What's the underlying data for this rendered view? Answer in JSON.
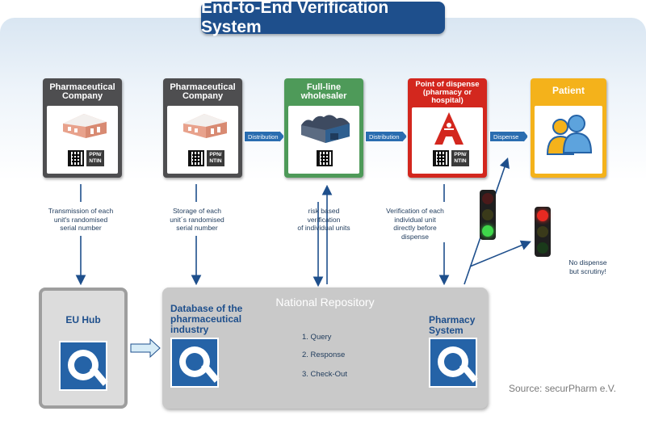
{
  "title": "End-to-End Verification System",
  "entities": [
    {
      "label": "Pharmaceutical Company",
      "line1": "Pharmaceutical",
      "line2": "Company",
      "badge": "PPN/ NTIN",
      "badge1": "PPN/",
      "badge2": "NTIN"
    },
    {
      "label": "Pharmaceutical Company",
      "line1": "Pharmaceutical",
      "line2": "Company",
      "badge": "PPN/ NTIN",
      "badge1": "PPN/",
      "badge2": "NTIN"
    },
    {
      "label": "Full-line wholesaler",
      "line1": "Full-line",
      "line2": "wholesaler"
    },
    {
      "label": "Point of dispense (pharmacy or hospital)",
      "line1": "Point of dispense",
      "line2": "(pharmacy or",
      "line3": "hospital)",
      "badge1": "PPN/",
      "badge2": "NTIN"
    },
    {
      "label": "Patient"
    }
  ],
  "flow_tags": [
    "Distribution",
    "Distribution",
    "Dispense"
  ],
  "notes": {
    "transmission": [
      "Transmission of each",
      "unit's randomised",
      "serial number"
    ],
    "storage": [
      "Storage of each",
      "unit´s randomised",
      "serial number"
    ],
    "risk": [
      "risk based",
      "verification",
      "of individual units"
    ],
    "verification": [
      "Verification of each",
      "individual unit",
      "directly before",
      "dispense"
    ],
    "no_dispense": [
      "No dispense",
      "but scrutiny!"
    ]
  },
  "eu_hub": "EU Hub",
  "national_repository": "National Repository",
  "database": [
    "Database of the",
    "pharmaceutical",
    "industry"
  ],
  "pharmacy_system": [
    "Pharmacy",
    "System"
  ],
  "messages": [
    "1. Query",
    "2. Response",
    "3. Check-Out"
  ],
  "source": "Source: securPharm e.V.",
  "colors": {
    "brand_blue": "#1e4f8c",
    "grey": "#4e4e50",
    "green": "#4e9a59",
    "red": "#d3271e",
    "yellow": "#f4b21b"
  }
}
